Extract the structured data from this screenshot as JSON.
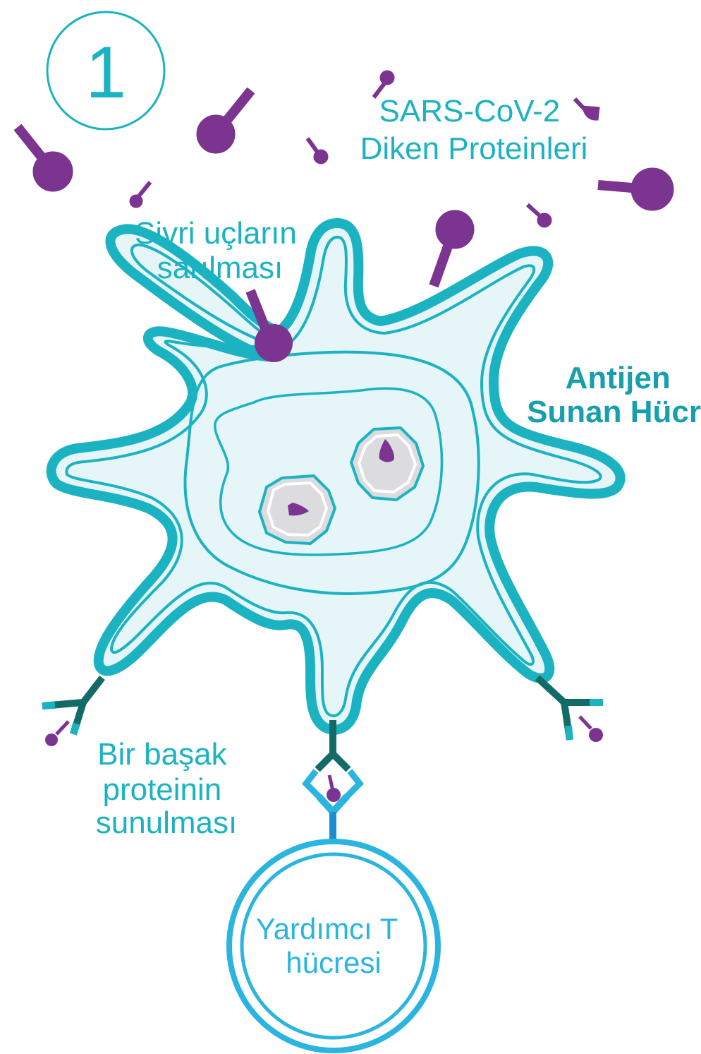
{
  "step_number": "1",
  "labels": {
    "spike_proteins": [
      "SARS-CoV-2",
      "Diken Proteinleri"
    ],
    "engulfing": [
      "Sivri uçların",
      "sarılması"
    ],
    "apc": [
      "Antijen",
      "Sunan Hücr"
    ],
    "presentation": [
      "Bir başak",
      "proteinin",
      "sunulması"
    ],
    "helper_t": [
      "Yardımcı T",
      "hücresi"
    ]
  },
  "colors": {
    "teal": "#1bb3c2",
    "teal_dark": "#179fad",
    "cell_fill": "#e6f5f8",
    "spike_purple": "#7b3590",
    "receptor_dark": "#136b68",
    "tcell_blue": "#2ab4e0",
    "nucleus_grey": "#dcdcde"
  }
}
